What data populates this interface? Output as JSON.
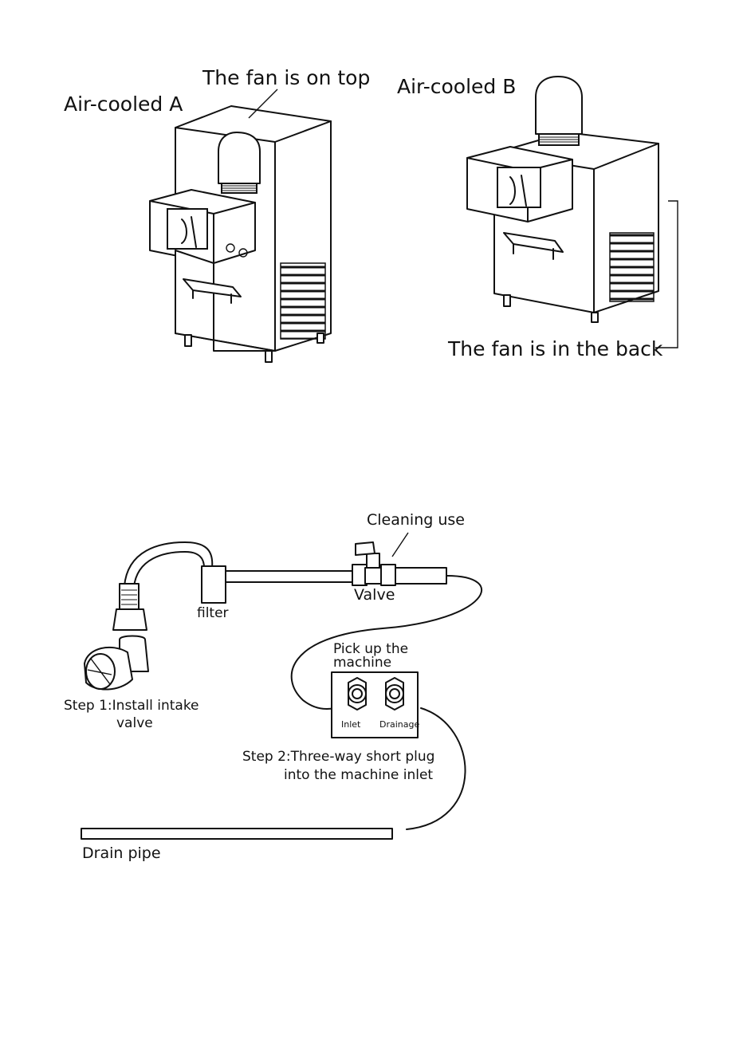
{
  "top_section": {
    "machine_a": {
      "title": "Air-cooled A",
      "fan_note": "The fan is on top"
    },
    "machine_b": {
      "title": "Air-cooled B",
      "fan_note": "The fan is in the back"
    }
  },
  "bottom_section": {
    "labels": {
      "cleaning_use": "Cleaning use",
      "valve": "Valve",
      "filter": "filter",
      "pick_up_line1": "Pick up the",
      "pick_up_line2": "machine",
      "inlet": "Inlet",
      "drainage": "Drainage",
      "step1_line1": "Step 1:Install intake",
      "step1_line2": "valve",
      "step2_line1": "Step 2:Three-way short plug",
      "step2_line2": "into the machine inlet",
      "drain_pipe": "Drain pipe"
    }
  }
}
